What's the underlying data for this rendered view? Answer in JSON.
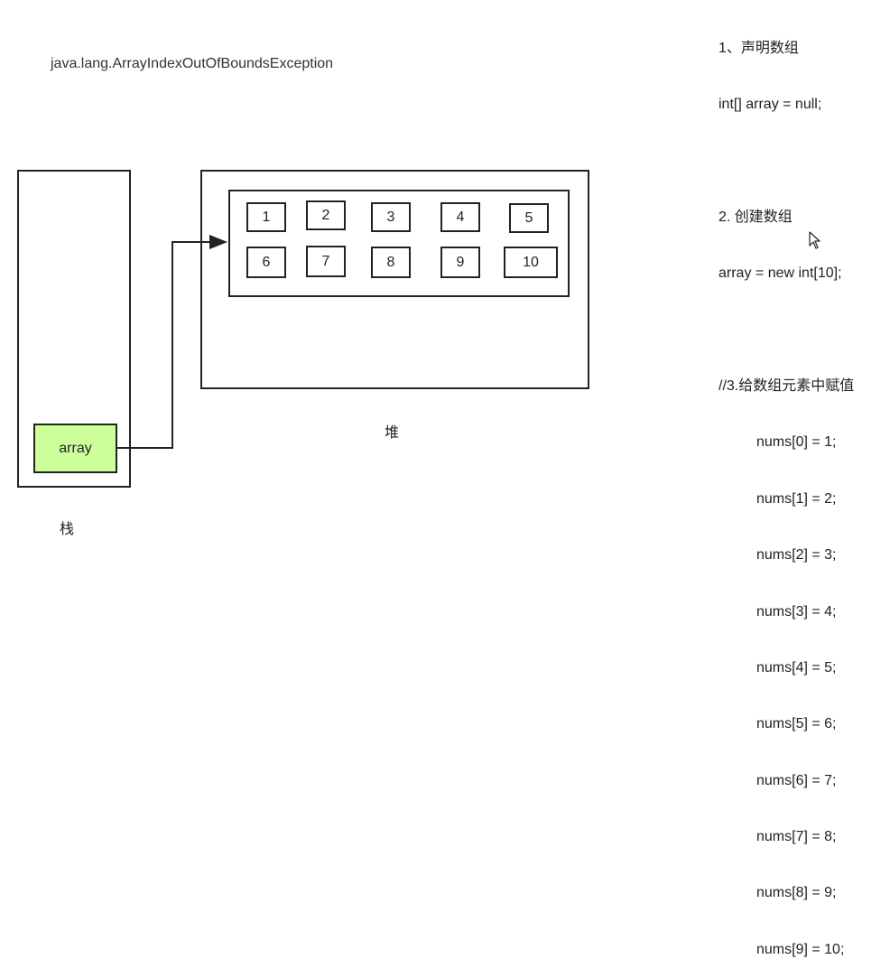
{
  "exception_text": "java.lang.ArrayIndexOutOfBoundsException",
  "stack": {
    "label": "栈",
    "reference_label": "array",
    "reference_color": "#ccff99"
  },
  "heap": {
    "label": "堆",
    "cells": [
      "1",
      "2",
      "3",
      "4",
      "5",
      "6",
      "7",
      "8",
      "9",
      "10"
    ]
  },
  "notes": {
    "lines": [
      "1、声明数组",
      "int[] array = null;",
      "",
      "2. 创建数组",
      "array = new int[10];",
      "",
      "//3.给数组元素中赋值"
    ],
    "assignments": [
      "nums[0] = 1;",
      "nums[1] = 2;",
      "nums[2] = 3;",
      "nums[3] = 4;",
      "nums[4] = 5;",
      "nums[5] = 6;",
      "nums[6] = 7;",
      "nums[7] = 8;",
      "nums[8] = 9;",
      "nums[9] = 10;"
    ]
  },
  "icons": {
    "arrow": "arrow-right-icon",
    "cursor": "mouse-pointer-icon"
  }
}
